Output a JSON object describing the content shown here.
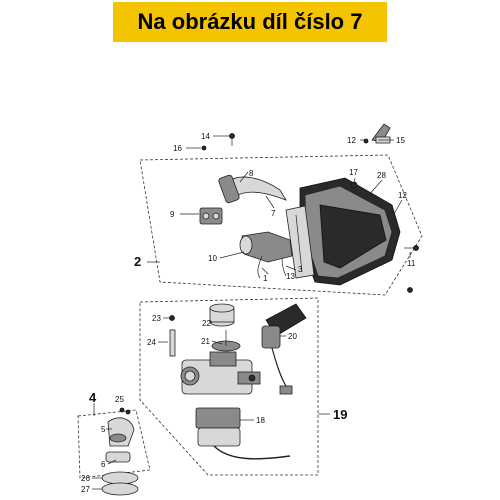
{
  "banner": {
    "text": "Na obrázku díl číslo 7",
    "color": "#f5c400"
  },
  "callouts": {
    "c1": "1",
    "c2": "2",
    "c3": "3",
    "c4": "4",
    "c5": "5",
    "c6": "6",
    "c7": "7",
    "c8": "8",
    "c9": "9",
    "c10": "10",
    "c11": "11",
    "c12a": "12",
    "c12b": "12",
    "c13": "13",
    "c14": "14",
    "c15": "15",
    "c16": "16",
    "c17": "17",
    "c18": "18",
    "c19": "19",
    "c20": "20",
    "c21": "21",
    "c22": "22",
    "c23": "23",
    "c24": "24",
    "c25": "25",
    "c26": "26",
    "c27": "27",
    "c28": "28"
  }
}
